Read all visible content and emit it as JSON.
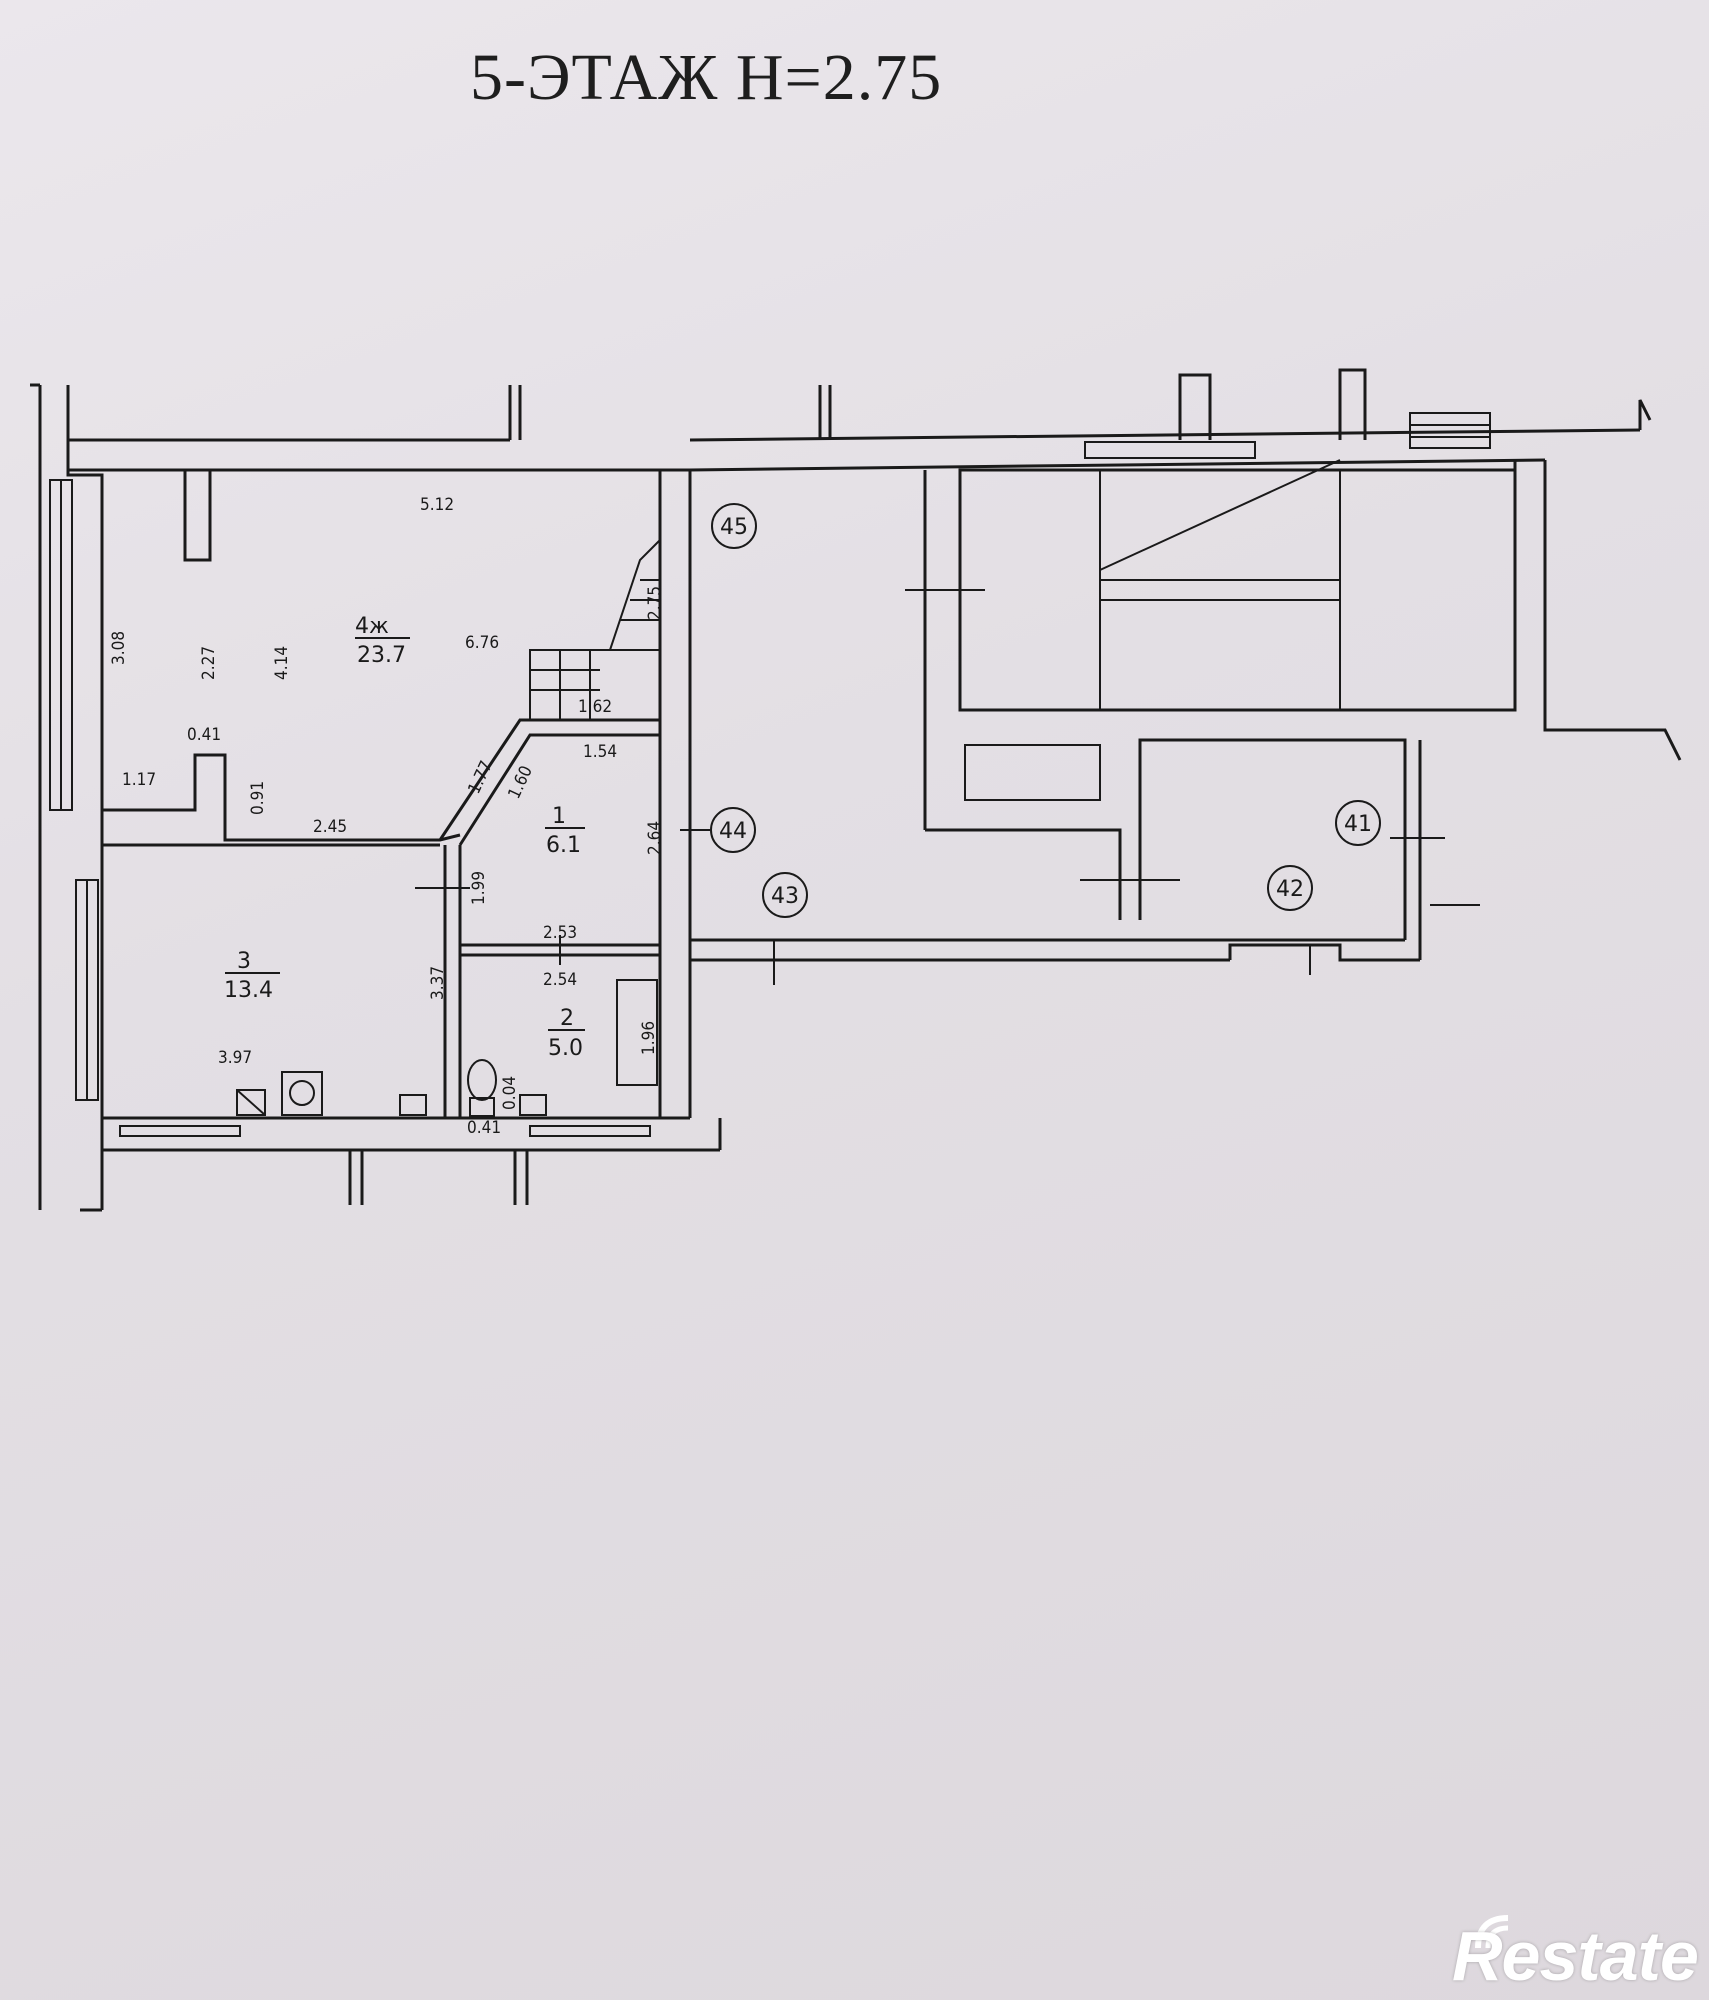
{
  "title": "5-ЭТАЖ  Н=2.75",
  "rooms": [
    {
      "number": "4ж",
      "area": "23.7"
    },
    {
      "number": "1",
      "area": "6.1"
    },
    {
      "number": "3",
      "area": "13.4"
    },
    {
      "number": "2",
      "area": "5.0"
    }
  ],
  "dimensions": {
    "d_5_12": "5.12",
    "d_6_76": "6.76",
    "d_3_08": "3.08",
    "d_2_27": "2.27",
    "d_4_14": "4.14",
    "d_2_75": "2.75",
    "d_1_62": "1.62",
    "d_0_41_a": "0.41",
    "d_1_17": "1.17",
    "d_0_91": "0.91",
    "d_1_77": "1.77",
    "d_1_60": "1.60",
    "d_1_54": "1.54",
    "d_2_45": "2.45",
    "d_2_64": "2.64",
    "d_1_99": "1.99",
    "d_2_53": "2.53",
    "d_2_54": "2.54",
    "d_3_37": "3.37",
    "d_1_96": "1.96",
    "d_3_97": "3.97",
    "d_0_41_b": "0.41",
    "d_0_04": "0.04"
  },
  "axis_markers": [
    "45",
    "44",
    "43",
    "42",
    "41"
  ],
  "watermark": "Restate"
}
